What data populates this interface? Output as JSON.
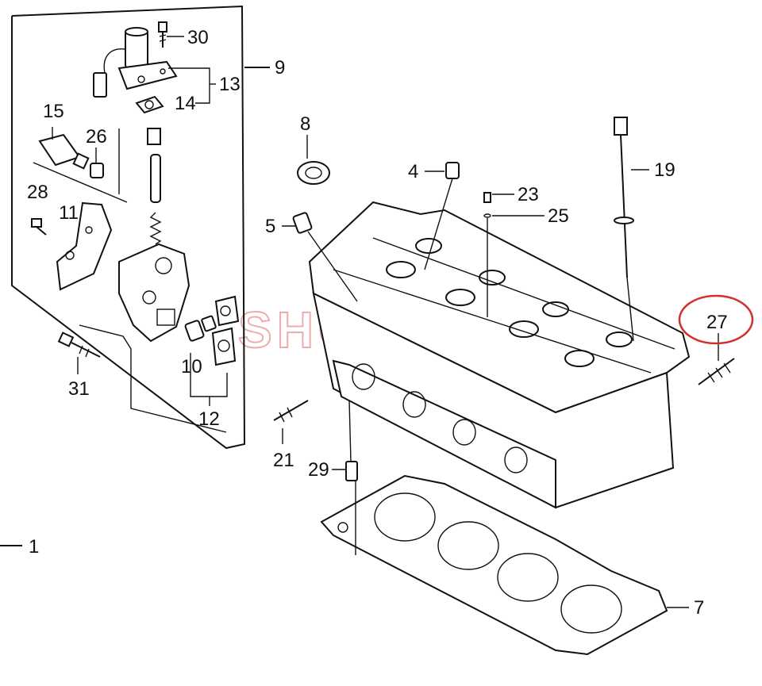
{
  "watermark": "SHOTIME",
  "callouts": {
    "c1": "1",
    "c4": "4",
    "c5": "5",
    "c7": "7",
    "c8": "8",
    "c9": "9",
    "c10": "10",
    "c11": "11",
    "c12": "12",
    "c13": "13",
    "c14": "14",
    "c15": "15",
    "c19": "19",
    "c21": "21",
    "c23": "23",
    "c25": "25",
    "c26": "26",
    "c27": "27",
    "c28": "28",
    "c29": "29",
    "c30": "30",
    "c31": "31"
  },
  "highlight": {
    "callout": "27",
    "color": "#d0312d"
  }
}
